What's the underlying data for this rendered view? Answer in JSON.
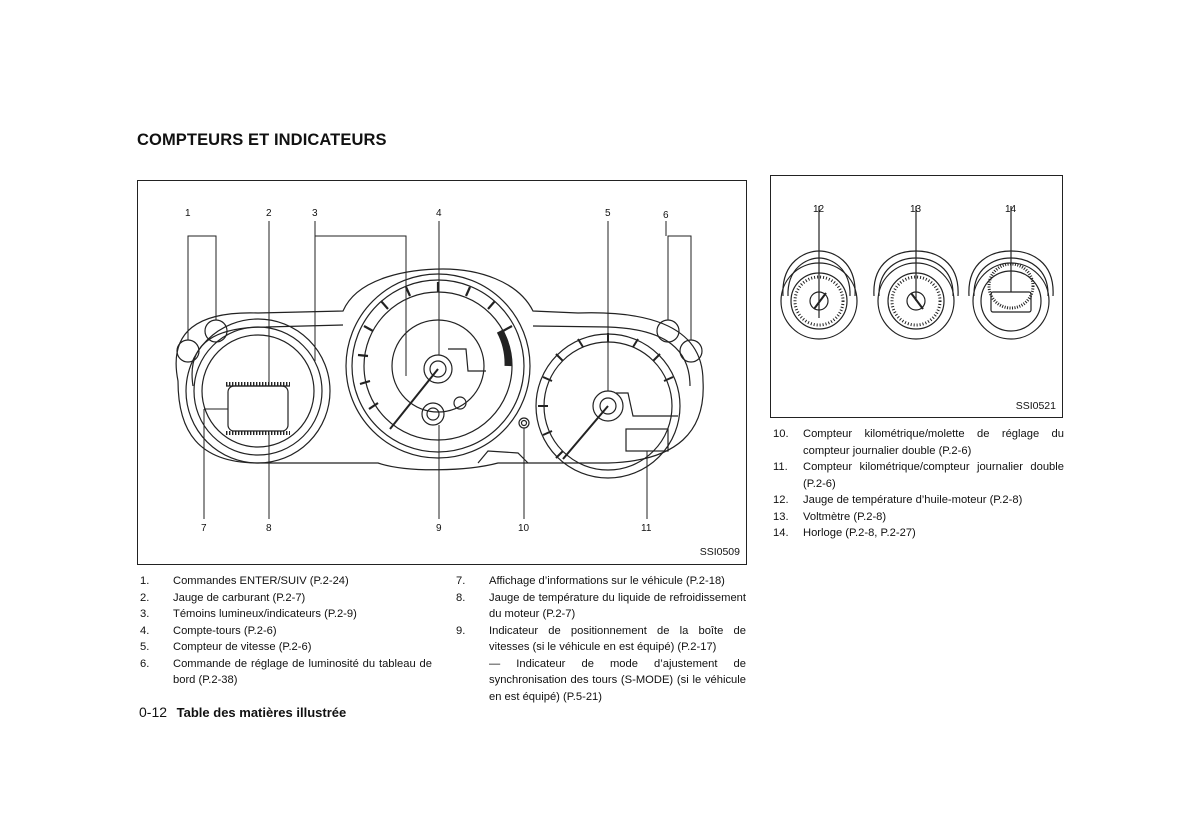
{
  "page": {
    "title": "COMPTEURS ET INDICATEURS",
    "page_number": "0-12",
    "section": "Table des matières illustrée"
  },
  "figure_main": {
    "code": "SSI0509",
    "callouts": [
      "1",
      "2",
      "3",
      "4",
      "5",
      "6",
      "7",
      "8",
      "9",
      "10",
      "11"
    ]
  },
  "figure_side": {
    "code": "SSI0521",
    "callouts": [
      "12",
      "13",
      "14"
    ]
  },
  "list_left": [
    {
      "num": "1.",
      "text": "Commandes ENTER/SUIV (P.2-24)"
    },
    {
      "num": "2.",
      "text": "Jauge de carburant (P.2-7)"
    },
    {
      "num": "3.",
      "text": "Témoins lumineux/indicateurs (P.2-9)"
    },
    {
      "num": "4.",
      "text": "Compte-tours (P.2-6)"
    },
    {
      "num": "5.",
      "text": "Compteur de vitesse (P.2-6)"
    },
    {
      "num": "6.",
      "text": "Commande de réglage de luminosité du tableau de bord (P.2-38)"
    }
  ],
  "list_mid": [
    {
      "num": "7.",
      "text": "Affichage d’informations sur le véhicule (P.2-18)"
    },
    {
      "num": "8.",
      "text": "Jauge de température du liquide de refroidissement du moteur (P.2-7)"
    },
    {
      "num": "9.",
      "text": "Indicateur de positionnement de la boîte de vitesses (si le véhicule en est équipé) (P.2-17)",
      "extra": "— Indicateur de mode d’ajustement de synchronisation des tours (S-MODE) (si le véhicule en est équipé) (P.5-21)"
    }
  ],
  "list_right": [
    {
      "num": "10.",
      "text": "Compteur kilométrique/molette de réglage du compteur journalier double (P.2-6)"
    },
    {
      "num": "11.",
      "text": "Compteur kilométrique/compteur journalier double (P.2-6)"
    },
    {
      "num": "12.",
      "text": "Jauge de température d’huile-moteur (P.2-8)"
    },
    {
      "num": "13.",
      "text": "Voltmètre (P.2-8)"
    },
    {
      "num": "14.",
      "text": "Horloge (P.2-8, P.2-27)"
    }
  ]
}
